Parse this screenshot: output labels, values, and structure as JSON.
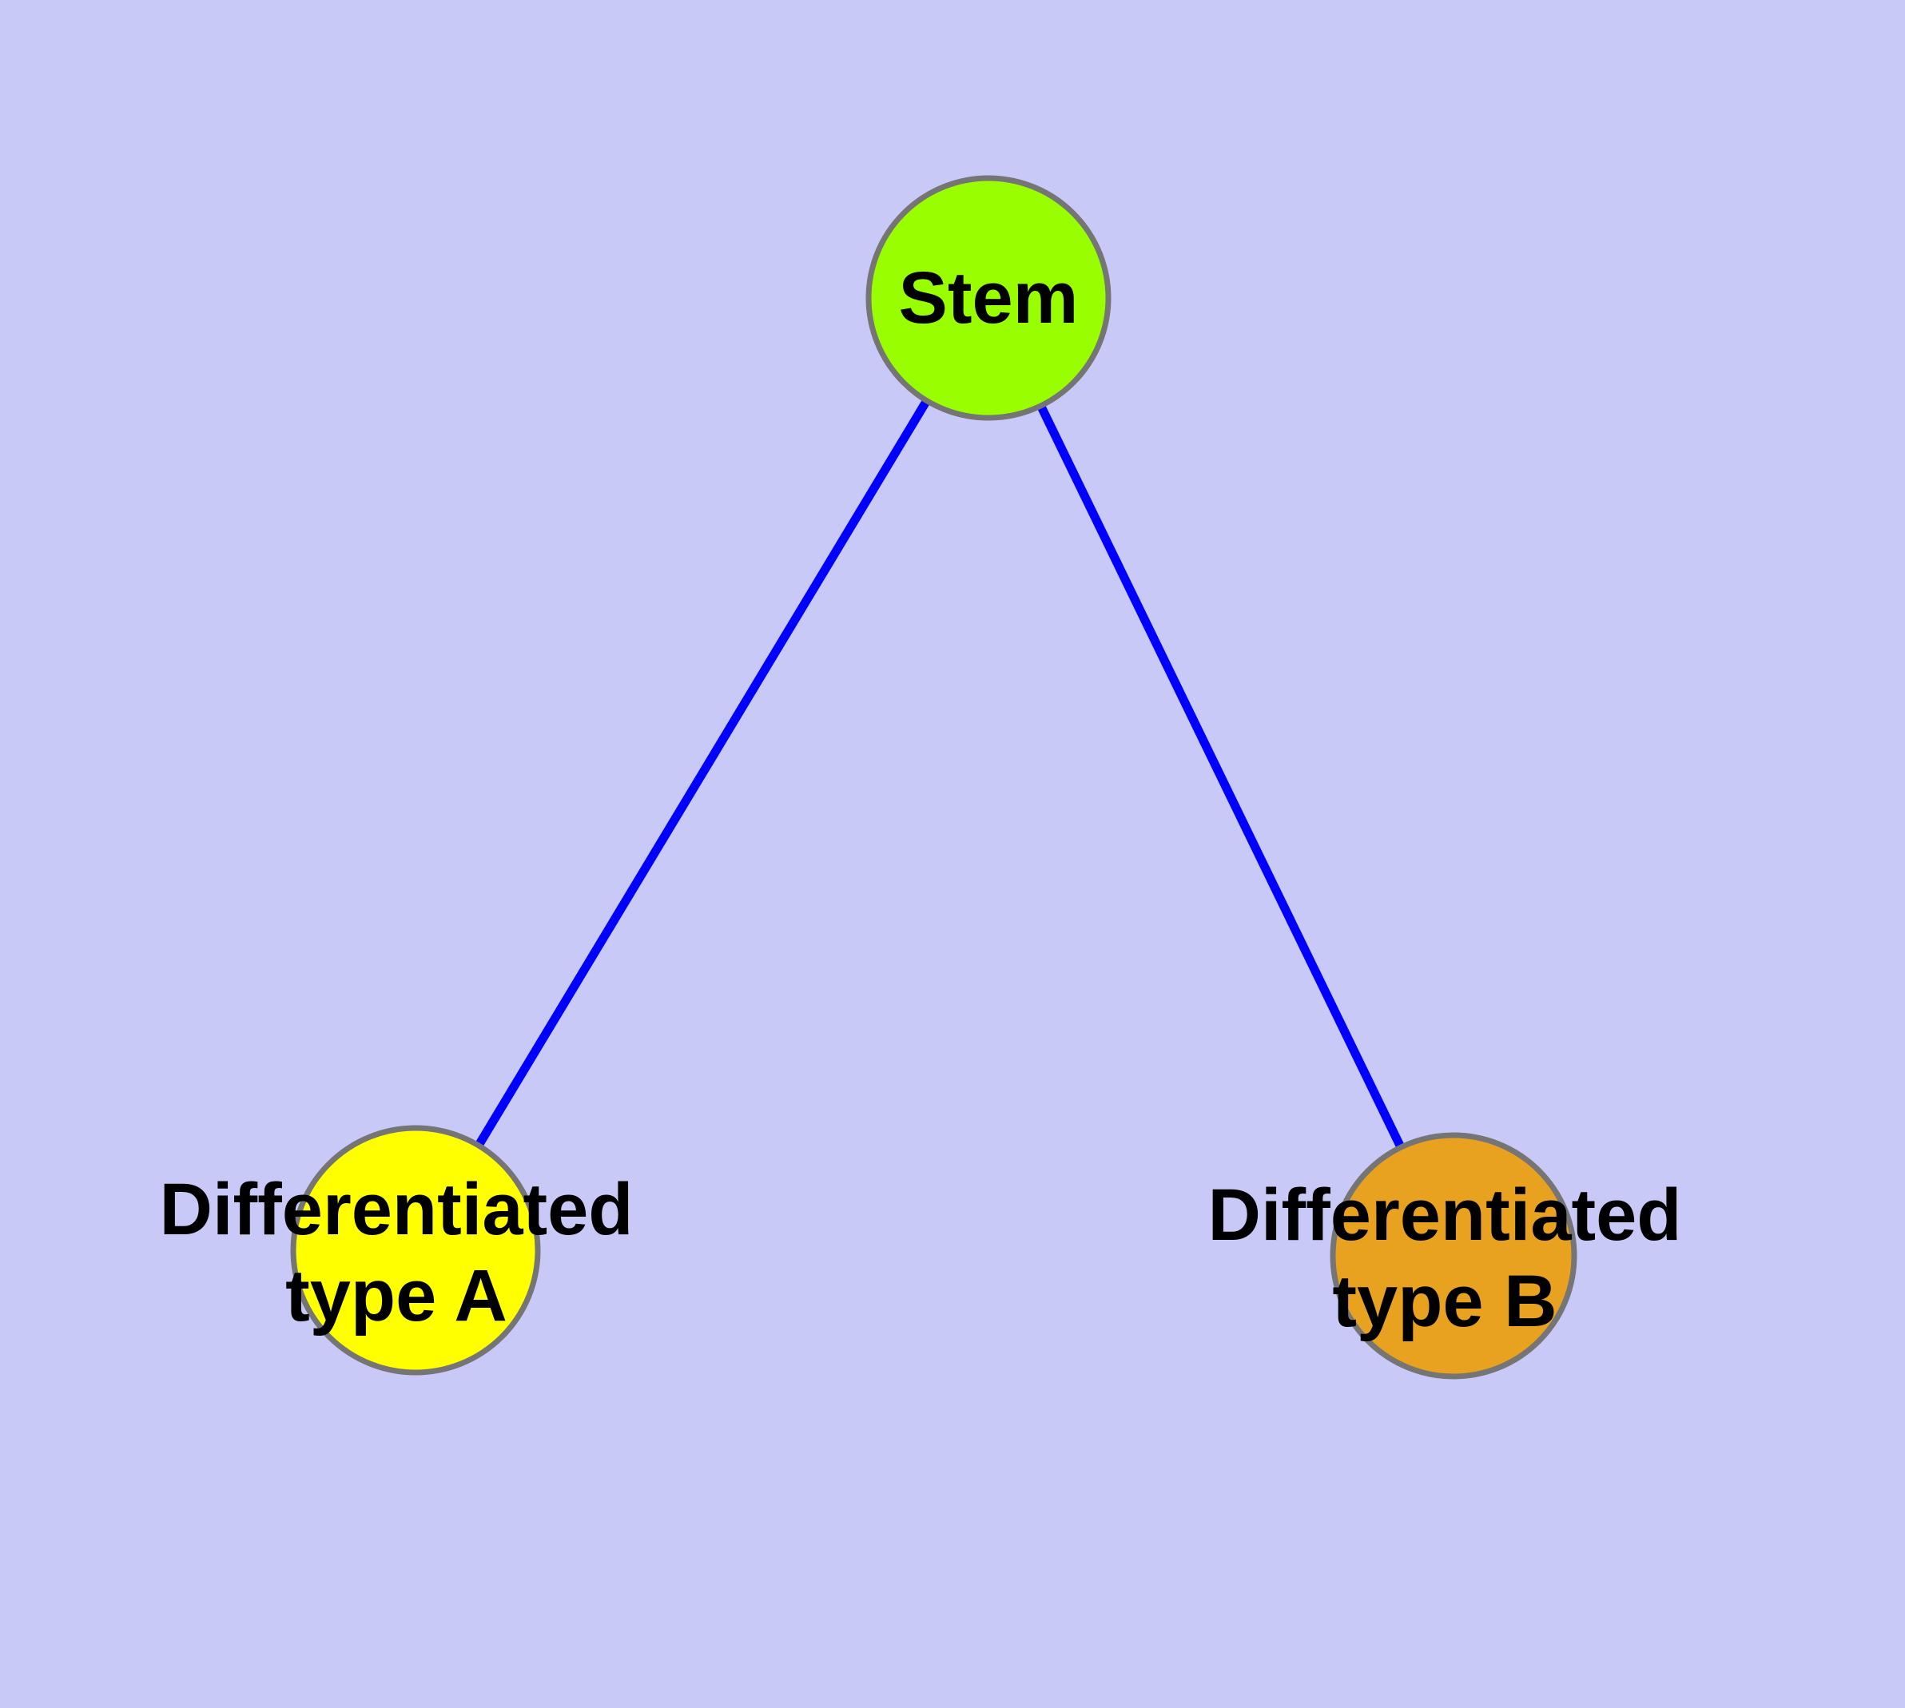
{
  "diagram": {
    "background_color": "#C9C9F8",
    "edge_color": "#0000FF",
    "node_border_color": "#757575",
    "text_color": "#000000",
    "nodes": {
      "stem": {
        "label": "Stem",
        "fill": "#99FF00"
      },
      "type_a": {
        "label_line1": "Differentiated",
        "label_line2": "type A",
        "fill": "#FFFF00"
      },
      "type_b": {
        "label_line1": "Differentiated",
        "label_line2": "type B",
        "fill": "#E8A21F"
      }
    },
    "edges": [
      {
        "from": "stem",
        "to": "type_a"
      },
      {
        "from": "stem",
        "to": "type_b"
      }
    ]
  }
}
